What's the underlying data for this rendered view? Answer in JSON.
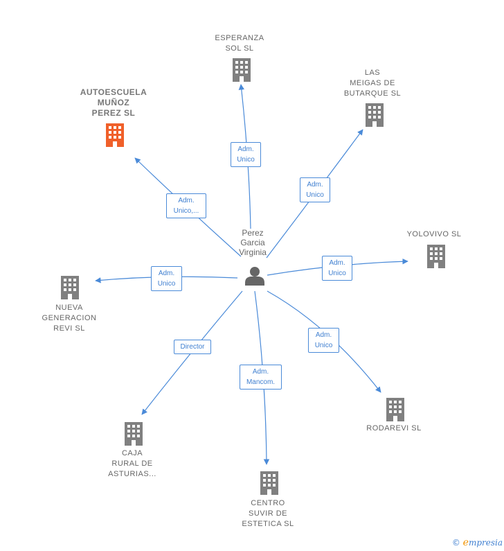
{
  "center": {
    "label": "Perez\nGarcia\nVirginia"
  },
  "companies": {
    "esperanza": "ESPERANZA\nSOL SL",
    "autoescuela": "AUTOESCUELA\nMUÑOZ\nPEREZ  SL",
    "meigas": "LAS\nMEIGAS DE\nBUTARQUE  SL",
    "yolovivo": "YOLOVIVO  SL",
    "nueva": "NUEVA\nGENERACION\nREVI SL",
    "rodarevi": "RODAREVI SL",
    "caja": "CAJA\nRURAL DE\nASTURIAS...",
    "centro": "CENTRO\nSUVIR DE\nESTETICA SL"
  },
  "roles": {
    "esperanza": "Adm.\nUnico",
    "autoescuela": "Adm.\nUnico,...",
    "meigas": "Adm.\nUnico",
    "yolovivo": "Adm.\nUnico",
    "nueva": "Adm.\nUnico",
    "rodarevi": "Adm.\nUnico",
    "caja": "Director",
    "centro": "Adm.\nMancom."
  },
  "colors": {
    "edge": "#4a8ad8",
    "building": "#808080",
    "highlight": "#f0602a",
    "person": "#666666"
  },
  "footer": {
    "copyright": "©",
    "brand_e": "e",
    "brand_rest": "mpresia"
  }
}
